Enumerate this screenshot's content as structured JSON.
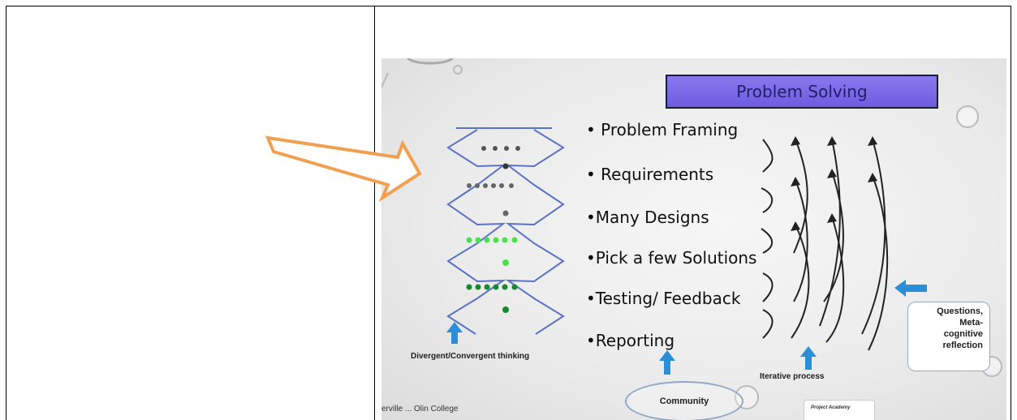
{
  "slide": {
    "title": "Problem Solving",
    "bullets": [
      "• Problem Framing",
      "• Requirements",
      "•Many Designs",
      "•Pick a few Solutions",
      "•Testing/ Feedback",
      "•Reporting"
    ],
    "divergent_caption": "Divergent/Convergent thinking",
    "iterative_caption": "Iterative  process",
    "questions_lines": [
      "Questions,",
      "Meta-",
      "cognitive",
      "reflection"
    ],
    "community_label": "Community",
    "footer_text": "erville ... Olin College",
    "logo_text": "Project Academy"
  },
  "colors": {
    "arrow_orange": "#f0a050",
    "blue_arrow": "#2b8fd8",
    "zigzag_blue": "#5b73c4",
    "title_purple": "#7a6ae6",
    "dot_gray": "#666666",
    "dot_green_light": "#49e24b",
    "dot_green_dark": "#148a2c"
  },
  "icons": [
    "pointer-arrow-icon",
    "up-arrow-icon",
    "left-arrow-icon",
    "curved-arrow-icon"
  ]
}
